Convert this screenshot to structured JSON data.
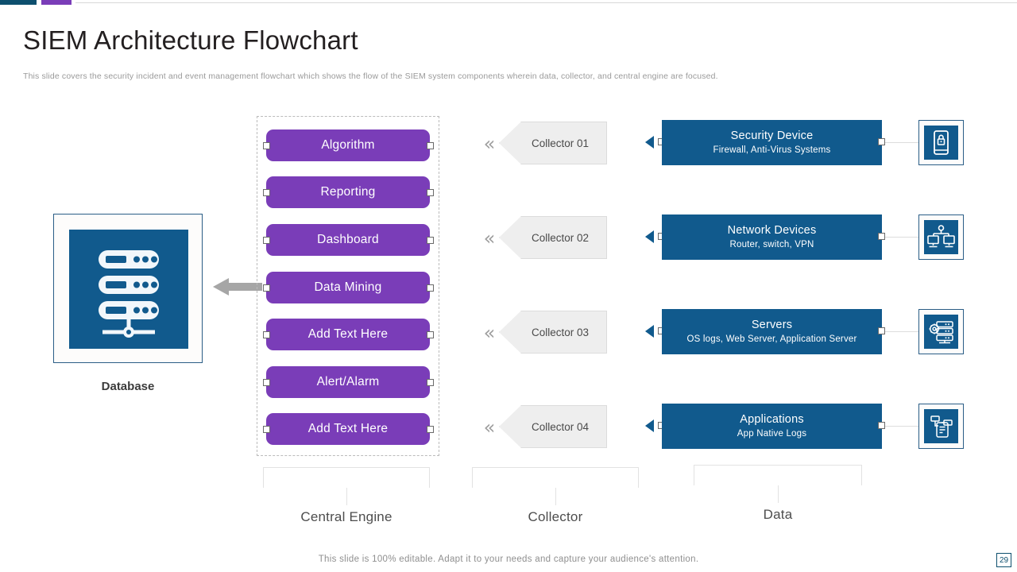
{
  "slide": {
    "title": "SIEM Architecture Flowchart",
    "subtitle": "This slide covers the security incident and event management flowchart which shows the flow of the SIEM  system components wherein data, collector, and central engine are focused.",
    "footer": "This slide is 100% editable. Adapt it to your needs and capture your audience's attention.",
    "page_number": "29"
  },
  "colors": {
    "accent_blue": "#115a8d",
    "accent_purple": "#7a3db8",
    "accent_teal": "#0d4f6e",
    "collector_gray": "#eeeeee",
    "arrow_gray": "#a6a6a6"
  },
  "database": {
    "label": "Database",
    "icon": "database-server-icon"
  },
  "central_engine": {
    "group_label": "Central Engine",
    "items": [
      {
        "label": "Algorithm"
      },
      {
        "label": "Reporting"
      },
      {
        "label": "Dashboard"
      },
      {
        "label": "Data Mining"
      },
      {
        "label": "Add Text Here"
      },
      {
        "label": "Alert/Alarm"
      },
      {
        "label": "Add Text Here"
      }
    ]
  },
  "collector": {
    "group_label": "Collector",
    "chevron_glyph": "«",
    "items": [
      {
        "label": "Collector 01"
      },
      {
        "label": "Collector 02"
      },
      {
        "label": "Collector 03"
      },
      {
        "label": "Collector 04"
      }
    ]
  },
  "data": {
    "group_label": "Data",
    "items": [
      {
        "title": "Security Device",
        "subtitle": "Firewall,  Anti-Virus  Systems",
        "icon": "mobile-lock-icon"
      },
      {
        "title": "Network Devices",
        "subtitle": "Router,  switch, VPN",
        "icon": "network-computers-icon"
      },
      {
        "title": "Servers",
        "subtitle": "OS logs, Web Server,  Application  Server",
        "icon": "server-gear-icon"
      },
      {
        "title": "Applications",
        "subtitle": "App Native  Logs",
        "icon": "application-flow-icon"
      }
    ]
  }
}
